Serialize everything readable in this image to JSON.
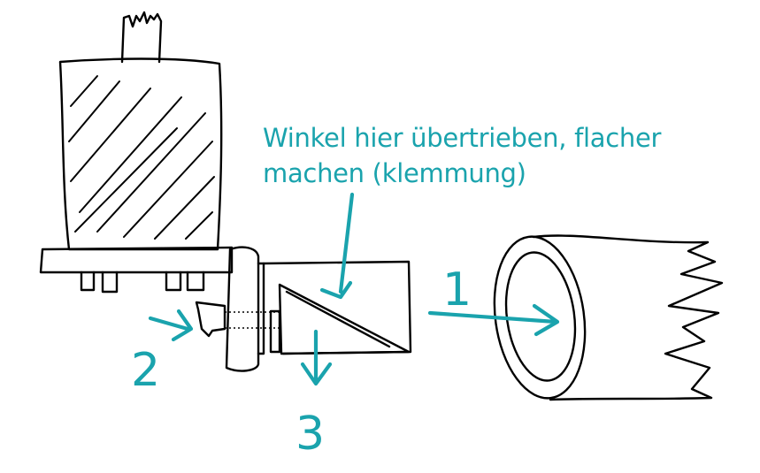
{
  "annotation": {
    "lines": [
      "Winkel hier übertrieben, flacher",
      "machen (klemmung)"
    ],
    "color": "#1aa3ad"
  },
  "step_labels": [
    "1",
    "2",
    "3"
  ],
  "ink_color": "#000000"
}
